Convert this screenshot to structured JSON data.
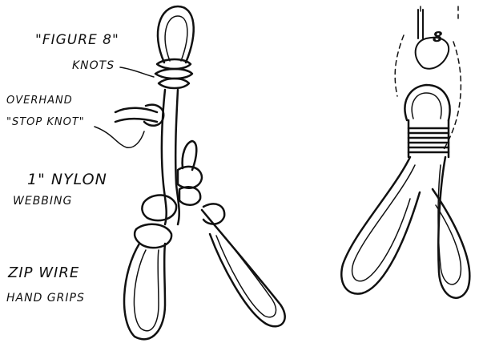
{
  "labels": {
    "figure8_line1": "\"FIGURE 8\"",
    "figure8_line2": "KNOTS",
    "overhand_line1": "OVERHAND",
    "overhand_line2": "\"STOP KNOT\"",
    "nylon_line1": "1\" NYLON",
    "nylon_line2": "WEBBING",
    "zip_line1": "ZIP WIRE",
    "zip_line2": "HAND GRIPS",
    "ring": "8"
  },
  "colors": {
    "ink": "#111111",
    "paper": "#ffffff"
  }
}
